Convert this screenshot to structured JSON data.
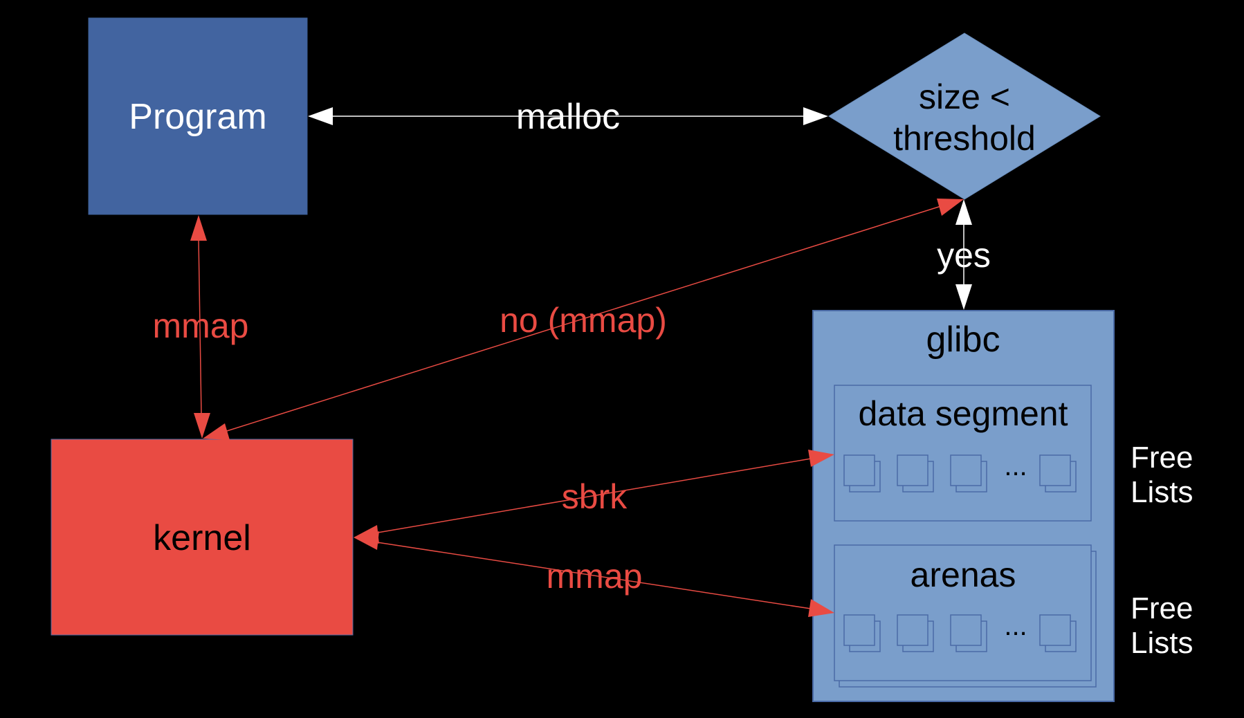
{
  "colors": {
    "background": "#000000",
    "program_fill": "#4264a0",
    "decision_fill": "#7a9ecb",
    "glibc_fill": "#7a9ecb",
    "container_stroke": "#4a6aa6",
    "kernel_fill": "#e94b43",
    "red_edge": "#e94b43",
    "white_edge": "#ffffff"
  },
  "nodes": {
    "program": {
      "label": "Program"
    },
    "decision": {
      "line1": "size <",
      "line2": "threshold"
    },
    "glibc": {
      "label": "glibc"
    },
    "data_segment": {
      "label": "data segment",
      "ellipsis": "..."
    },
    "arenas": {
      "label": "arenas",
      "ellipsis": "..."
    },
    "kernel": {
      "label": "kernel"
    }
  },
  "edges": {
    "malloc": {
      "label": "malloc"
    },
    "yes": {
      "label": "yes"
    },
    "program_mmap": {
      "label": "mmap"
    },
    "no_mmap": {
      "label": "no (mmap)"
    },
    "sbrk": {
      "label": "sbrk"
    },
    "arena_mmap": {
      "label": "mmap"
    }
  },
  "side_labels": {
    "free_lists_1": {
      "line1": "Free",
      "line2": "Lists"
    },
    "free_lists_2": {
      "line1": "Free",
      "line2": "Lists"
    }
  }
}
